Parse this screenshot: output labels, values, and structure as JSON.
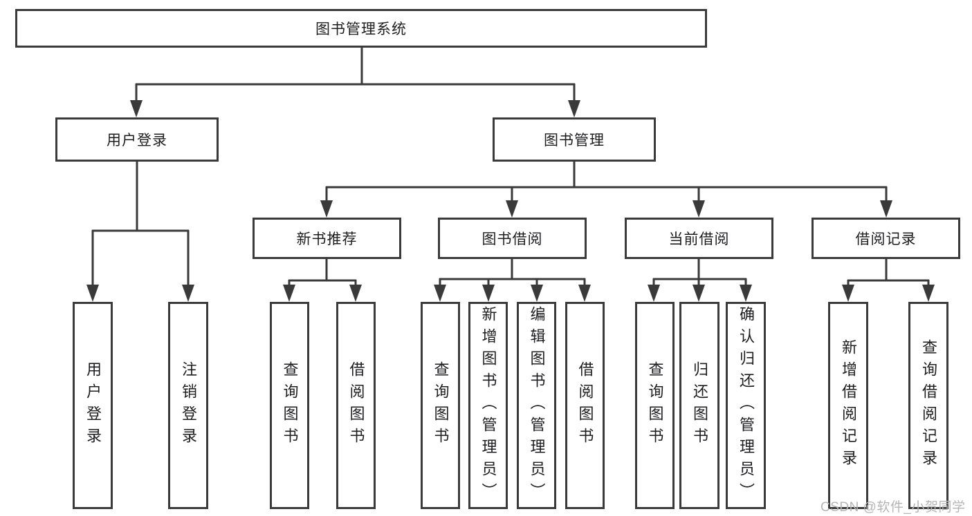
{
  "diagram": {
    "title": "图书管理系统",
    "nodes": {
      "root": {
        "label": "图书管理系统"
      },
      "user_login": {
        "label": "用户登录"
      },
      "book_mgmt": {
        "label": "图书管理"
      },
      "user_login_leaf": {
        "label": "用户登录"
      },
      "logout_leaf": {
        "label": "注销登录"
      },
      "new_book_rec": {
        "label": "新书推荐"
      },
      "book_borrow": {
        "label": "图书借阅"
      },
      "current_borrow": {
        "label": "当前借阅"
      },
      "borrow_records": {
        "label": "借阅记录"
      },
      "nbr_query_books": {
        "label": "查询图书"
      },
      "nbr_borrow_books": {
        "label": "借阅图书"
      },
      "bb_query_books": {
        "label": "查询图书"
      },
      "bb_add_books": {
        "label": "新增图书（管理员）"
      },
      "bb_edit_books": {
        "label": "编辑图书（管理员）"
      },
      "bb_borrow_books": {
        "label": "借阅图书"
      },
      "cb_query_books": {
        "label": "查询图书"
      },
      "cb_return_books": {
        "label": "归还图书"
      },
      "cb_confirm_return": {
        "label": "确认归还（管理员）"
      },
      "br_add_record": {
        "label": "新增借阅记录"
      },
      "br_query_record": {
        "label": "查询借阅记录"
      }
    },
    "edges": [
      [
        "root",
        "user_login"
      ],
      [
        "root",
        "book_mgmt"
      ],
      [
        "user_login",
        "user_login_leaf"
      ],
      [
        "user_login",
        "logout_leaf"
      ],
      [
        "book_mgmt",
        "new_book_rec"
      ],
      [
        "book_mgmt",
        "book_borrow"
      ],
      [
        "book_mgmt",
        "current_borrow"
      ],
      [
        "book_mgmt",
        "borrow_records"
      ],
      [
        "new_book_rec",
        "nbr_query_books"
      ],
      [
        "new_book_rec",
        "nbr_borrow_books"
      ],
      [
        "book_borrow",
        "bb_query_books"
      ],
      [
        "book_borrow",
        "bb_add_books"
      ],
      [
        "book_borrow",
        "bb_edit_books"
      ],
      [
        "book_borrow",
        "bb_borrow_books"
      ],
      [
        "current_borrow",
        "cb_query_books"
      ],
      [
        "current_borrow",
        "cb_return_books"
      ],
      [
        "current_borrow",
        "cb_confirm_return"
      ],
      [
        "borrow_records",
        "br_add_record"
      ],
      [
        "borrow_records",
        "br_query_record"
      ]
    ],
    "colors": {
      "line": "#3a3a3a",
      "text": "#1d1d1f",
      "background": "#ffffff",
      "watermark": "#b5b5b5"
    },
    "watermark": "CSDN @软件_小贺同学"
  }
}
